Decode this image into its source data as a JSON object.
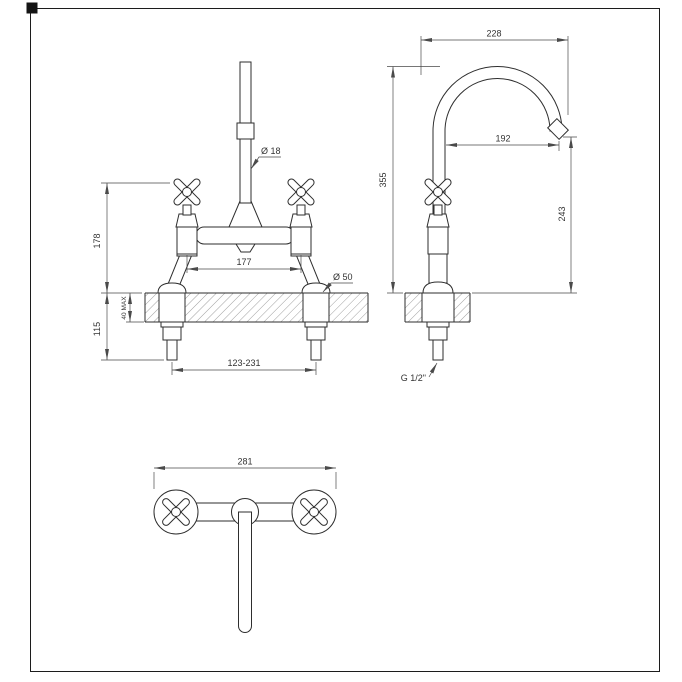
{
  "sheet": {
    "background": "#ffffff",
    "border_color": "#1c1c1c",
    "object_line_color": "#2e2e2e",
    "dimension_color": "#4a4a4a"
  },
  "views": {
    "front": {
      "dims": {
        "spout_diameter": "Ø 18",
        "deck_to_handle_height": "178",
        "handle_centers": "177",
        "base_diameter": "Ø 50",
        "below_deck_length": "115",
        "deck_thickness_max": "40 MAX",
        "adjustable_centers": "123-231"
      }
    },
    "side": {
      "dims": {
        "spout_projection": "228",
        "overall_height": "355",
        "outlet_reach": "192",
        "outlet_height": "243",
        "inlet_thread": "G 1/2\""
      }
    },
    "plan": {
      "dims": {
        "overall_width": "281"
      }
    }
  }
}
